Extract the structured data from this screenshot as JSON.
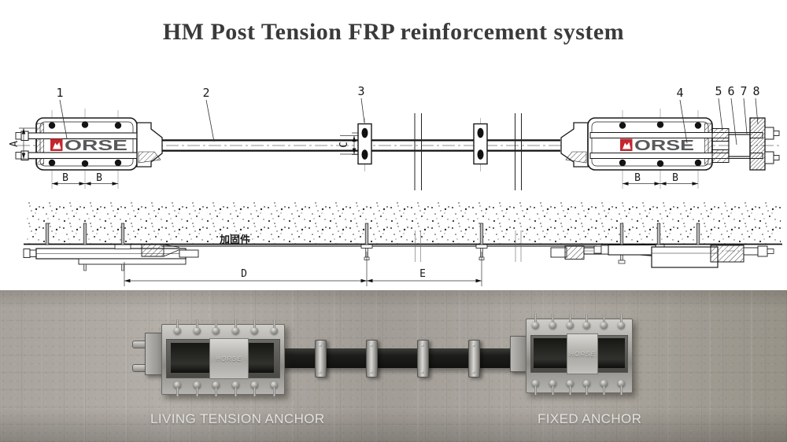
{
  "title": "HM Post Tension FRP reinforcement system",
  "brand": {
    "name": "HORSE",
    "wordmark_rest": "ORSE",
    "logo_red": "#c4272e",
    "logo_gray": "#58595b"
  },
  "plan_view": {
    "part_numbers": [
      "1",
      "2",
      "3",
      "4",
      "5",
      "6",
      "7",
      "8"
    ],
    "dims": {
      "a": "A",
      "b1": "B",
      "b2": "B",
      "c": "C",
      "b3": "B",
      "b4": "B"
    }
  },
  "section_view": {
    "note": "加固件",
    "dim_d": "D",
    "dim_e": "E"
  },
  "photo": {
    "left_label": "LIVING TENSION ANCHOR",
    "right_label": "FIXED ANCHOR"
  },
  "colors": {
    "line": "#1a1a1a",
    "title_text": "#3a3a3a",
    "concrete": "#a8a39c",
    "strip_black": "#1c1c1a"
  }
}
